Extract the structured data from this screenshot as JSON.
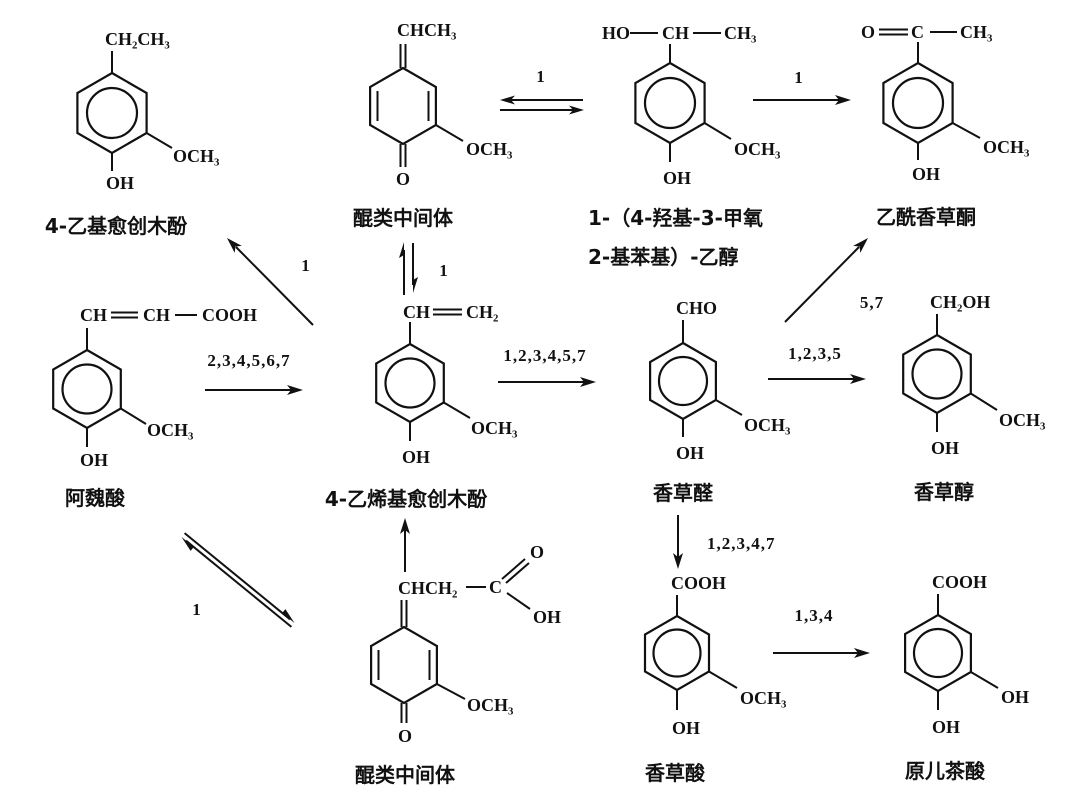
{
  "diagram": {
    "compounds": {
      "ethyl_guaiacol": {
        "name": "4-乙基愈创木酚",
        "para_group": "CH₂CH₃",
        "methoxy": "OCH₃",
        "hydroxy": "OH"
      },
      "quinone_methide_top": {
        "name": "醌类中间体",
        "exocyclic_group": "CHCH₃",
        "methoxy": "OCH₃",
        "carbonyl_oxygen": "O"
      },
      "hydroxyethyl_guaiacol": {
        "name_lines": [
          "1-（4-羟基-3-甲氧",
          "2-基苯基）-乙醇"
        ],
        "side_chain": [
          "HO",
          "CH",
          "CH₃"
        ],
        "methoxy": "OCH₃",
        "hydroxy": "OH"
      },
      "acetovanillone": {
        "name": "乙酰香草酮",
        "side_chain": [
          "O",
          "C",
          "CH₃"
        ],
        "methoxy": "OCH₃",
        "hydroxy": "OH"
      },
      "ferulic_acid": {
        "name": "阿魏酸",
        "side_chain": [
          "CH",
          "CH",
          "COOH"
        ],
        "methoxy": "OCH₃",
        "hydroxy": "OH"
      },
      "vinyl_guaiacol": {
        "name": "4-乙烯基愈创木酚",
        "side_chain": [
          "CH",
          "CH₂"
        ],
        "methoxy": "OCH₃",
        "hydroxy": "OH"
      },
      "vanillin": {
        "name": "香草醛",
        "para_group": "CHO",
        "methoxy": "OCH₃",
        "hydroxy": "OH"
      },
      "vanillyl_alcohol": {
        "name": "香草醇",
        "para_group": "CH₂OH",
        "methoxy": "OCH₃",
        "hydroxy": "OH"
      },
      "quinone_methide_bottom": {
        "name": "醌类中间体",
        "side_chain": [
          "CHCH₂",
          "C"
        ],
        "acid_carbonyl": "O",
        "acid_hydroxy": "OH",
        "methoxy": "OCH₃",
        "carbonyl_oxygen": "O"
      },
      "vanillic_acid": {
        "name": "香草酸",
        "para_group": "COOH",
        "methoxy": "OCH₃",
        "hydroxy": "OH"
      },
      "protocatechuic_acid": {
        "name": "原儿茶酸",
        "para_group": "COOH",
        "meta_hydroxy": "OH",
        "hydroxy": "OH"
      }
    },
    "reactions": {
      "qm_top_hydroxyethyl": {
        "conditions": "1",
        "arrow": "equilibrium"
      },
      "hydroxyethyl_to_acetovanillone": {
        "conditions": "1",
        "arrow": "forward"
      },
      "vinyl_to_ethyl_guaiacol": {
        "conditions": "1",
        "arrow": "forward"
      },
      "vinyl_qm_top": {
        "conditions": "1",
        "arrow": "equilibrium"
      },
      "ferulic_to_vinyl": {
        "conditions": "2,3,4,5,6,7",
        "arrow": "forward"
      },
      "vinyl_to_vanillin": {
        "conditions": "1,2,3,4,5,7",
        "arrow": "forward"
      },
      "vanillin_to_acetovanillone": {
        "conditions": "5,7",
        "arrow": "forward"
      },
      "vanillin_to_vanillyl_alcohol": {
        "conditions": "1,2,3,5",
        "arrow": "forward"
      },
      "ferulic_qm_bottom": {
        "conditions": "1",
        "arrow": "equilibrium"
      },
      "qm_bottom_to_vinyl": {
        "arrow": "forward"
      },
      "vanillin_to_vanillic_acid": {
        "conditions": "1,2,3,4,7",
        "arrow": "forward"
      },
      "vanillic_to_protocatechuic": {
        "conditions": "1,3,4",
        "arrow": "forward"
      }
    }
  },
  "colors": {
    "ink": "#111111",
    "background": "#ffffff"
  }
}
